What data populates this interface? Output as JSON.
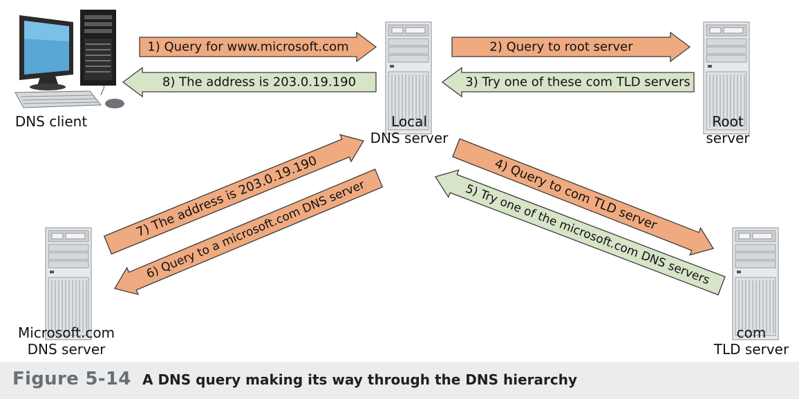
{
  "nodes": {
    "dns_client": [
      "DNS client"
    ],
    "local_dns": [
      "Local",
      "DNS server"
    ],
    "root_server": [
      "Root",
      "server"
    ],
    "microsoft_dns": [
      "Microsoft.com",
      "DNS server"
    ],
    "com_tld": [
      "com",
      "TLD server"
    ]
  },
  "arrows": [
    {
      "id": 1,
      "label": "1) Query for www.microsoft.com",
      "kind": "query"
    },
    {
      "id": 2,
      "label": "2) Query to root server",
      "kind": "query"
    },
    {
      "id": 3,
      "label": "3) Try one of these com TLD servers",
      "kind": "reply"
    },
    {
      "id": 4,
      "label": "4) Query to com TLD server",
      "kind": "query"
    },
    {
      "id": 5,
      "label": "5) Try one of the microsoft.com DNS servers",
      "kind": "reply"
    },
    {
      "id": 6,
      "label": "6) Query to a microsoft.com DNS server",
      "kind": "query"
    },
    {
      "id": 7,
      "label": "7) The address is 203.0.19.190",
      "kind": "query"
    },
    {
      "id": 8,
      "label": "8) The address is 203.0.19.190",
      "kind": "reply"
    }
  ],
  "colors": {
    "query_fill": "#efaa80",
    "reply_fill": "#d7e4c8",
    "arrow_stroke": "#3c3c3c",
    "server_body": "#e4e6e8",
    "server_dark": "#8d9196"
  },
  "caption": {
    "number": "Figure 5-14",
    "title": "A DNS query making its way through the DNS hierarchy"
  }
}
